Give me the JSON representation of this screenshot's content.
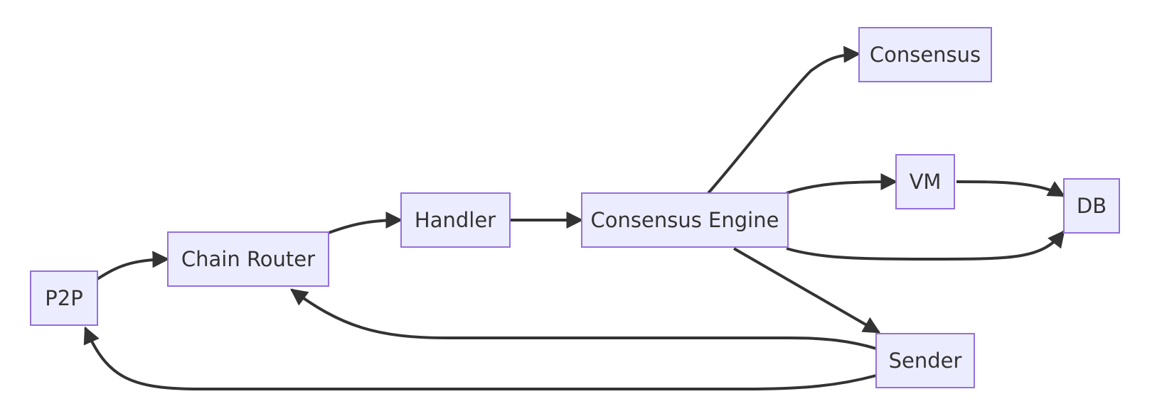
{
  "nodes": {
    "p2p": "P2P",
    "chain_router": "Chain Router",
    "handler": "Handler",
    "consensus_engine": "Consensus Engine",
    "consensus": "Consensus",
    "vm": "VM",
    "db": "DB",
    "sender": "Sender"
  },
  "edges": [
    {
      "from": "P2P",
      "to": "Chain Router"
    },
    {
      "from": "Chain Router",
      "to": "Handler"
    },
    {
      "from": "Handler",
      "to": "Consensus Engine"
    },
    {
      "from": "Consensus Engine",
      "to": "Consensus"
    },
    {
      "from": "Consensus Engine",
      "to": "VM"
    },
    {
      "from": "VM",
      "to": "DB"
    },
    {
      "from": "Consensus Engine",
      "to": "DB"
    },
    {
      "from": "Consensus Engine",
      "to": "Sender"
    },
    {
      "from": "Sender",
      "to": "Chain Router"
    },
    {
      "from": "Sender",
      "to": "P2P"
    }
  ],
  "colors": {
    "node_fill": "#ececff",
    "node_stroke": "#9370db",
    "edge": "#333333",
    "text": "#333333"
  }
}
